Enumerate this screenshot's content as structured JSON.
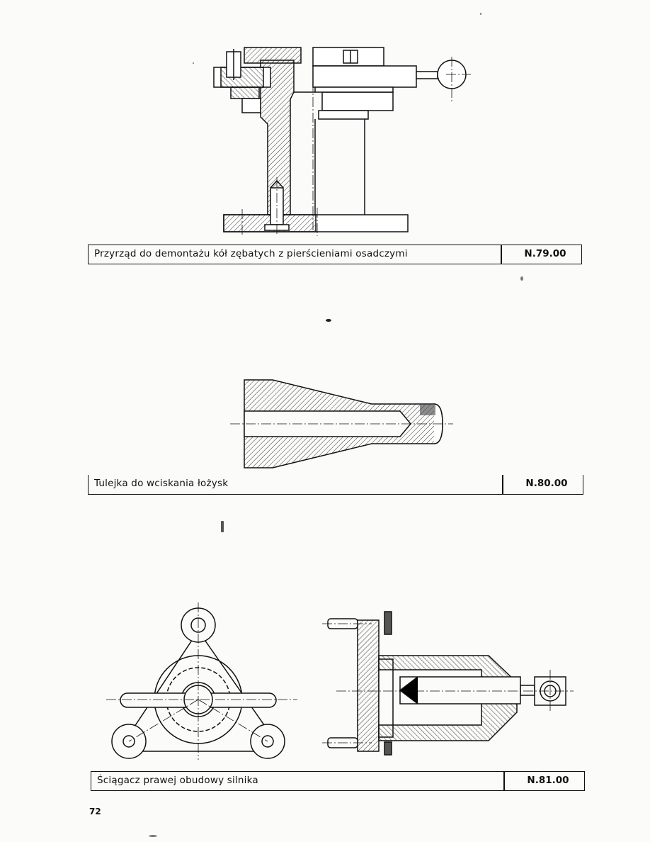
{
  "sections": [
    {
      "title": "Przyrząd do demontażu kół zębatych z pierścieniami osadczymi",
      "code": "N.79.00"
    },
    {
      "title": "Tulejka do wciskania łożysk",
      "code": "N.80.00"
    },
    {
      "title": "Ściągacz prawej obudowy silnika",
      "code": "N.81.00"
    }
  ],
  "page": {
    "number": "72"
  }
}
